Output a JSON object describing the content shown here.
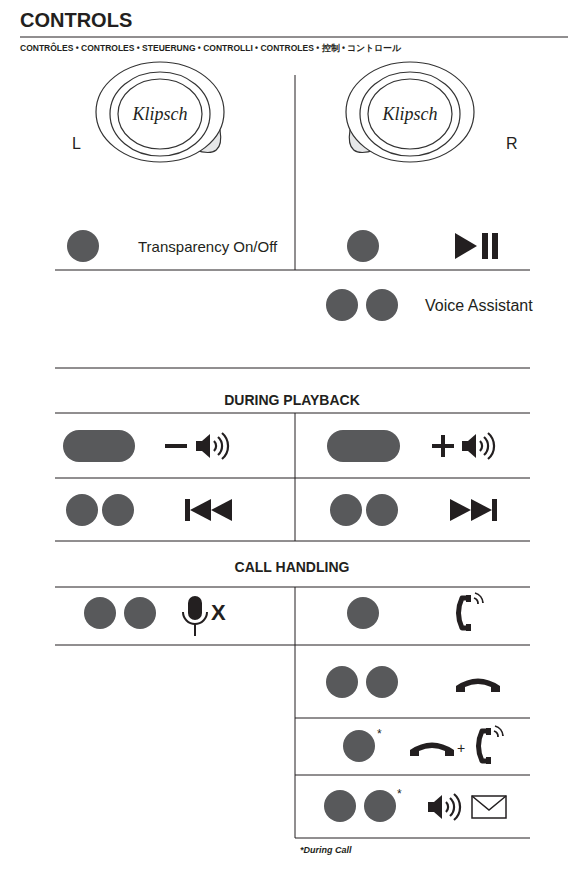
{
  "diagram": {
    "title": "CONTROLS",
    "labels": [
      "CONTRÔLES • CONTROLES • STEUERUNG • CONTROLLI • CONTROLES • 控制 • コントロール",
      "Klipsch",
      "Klipsch",
      "L",
      "R",
      "Transparency On/Off",
      "Voice Assistant",
      "DURING PLAYBACK",
      "CALL HANDLING",
      "X",
      "*",
      "+",
      "*",
      "*During Call"
    ]
  }
}
